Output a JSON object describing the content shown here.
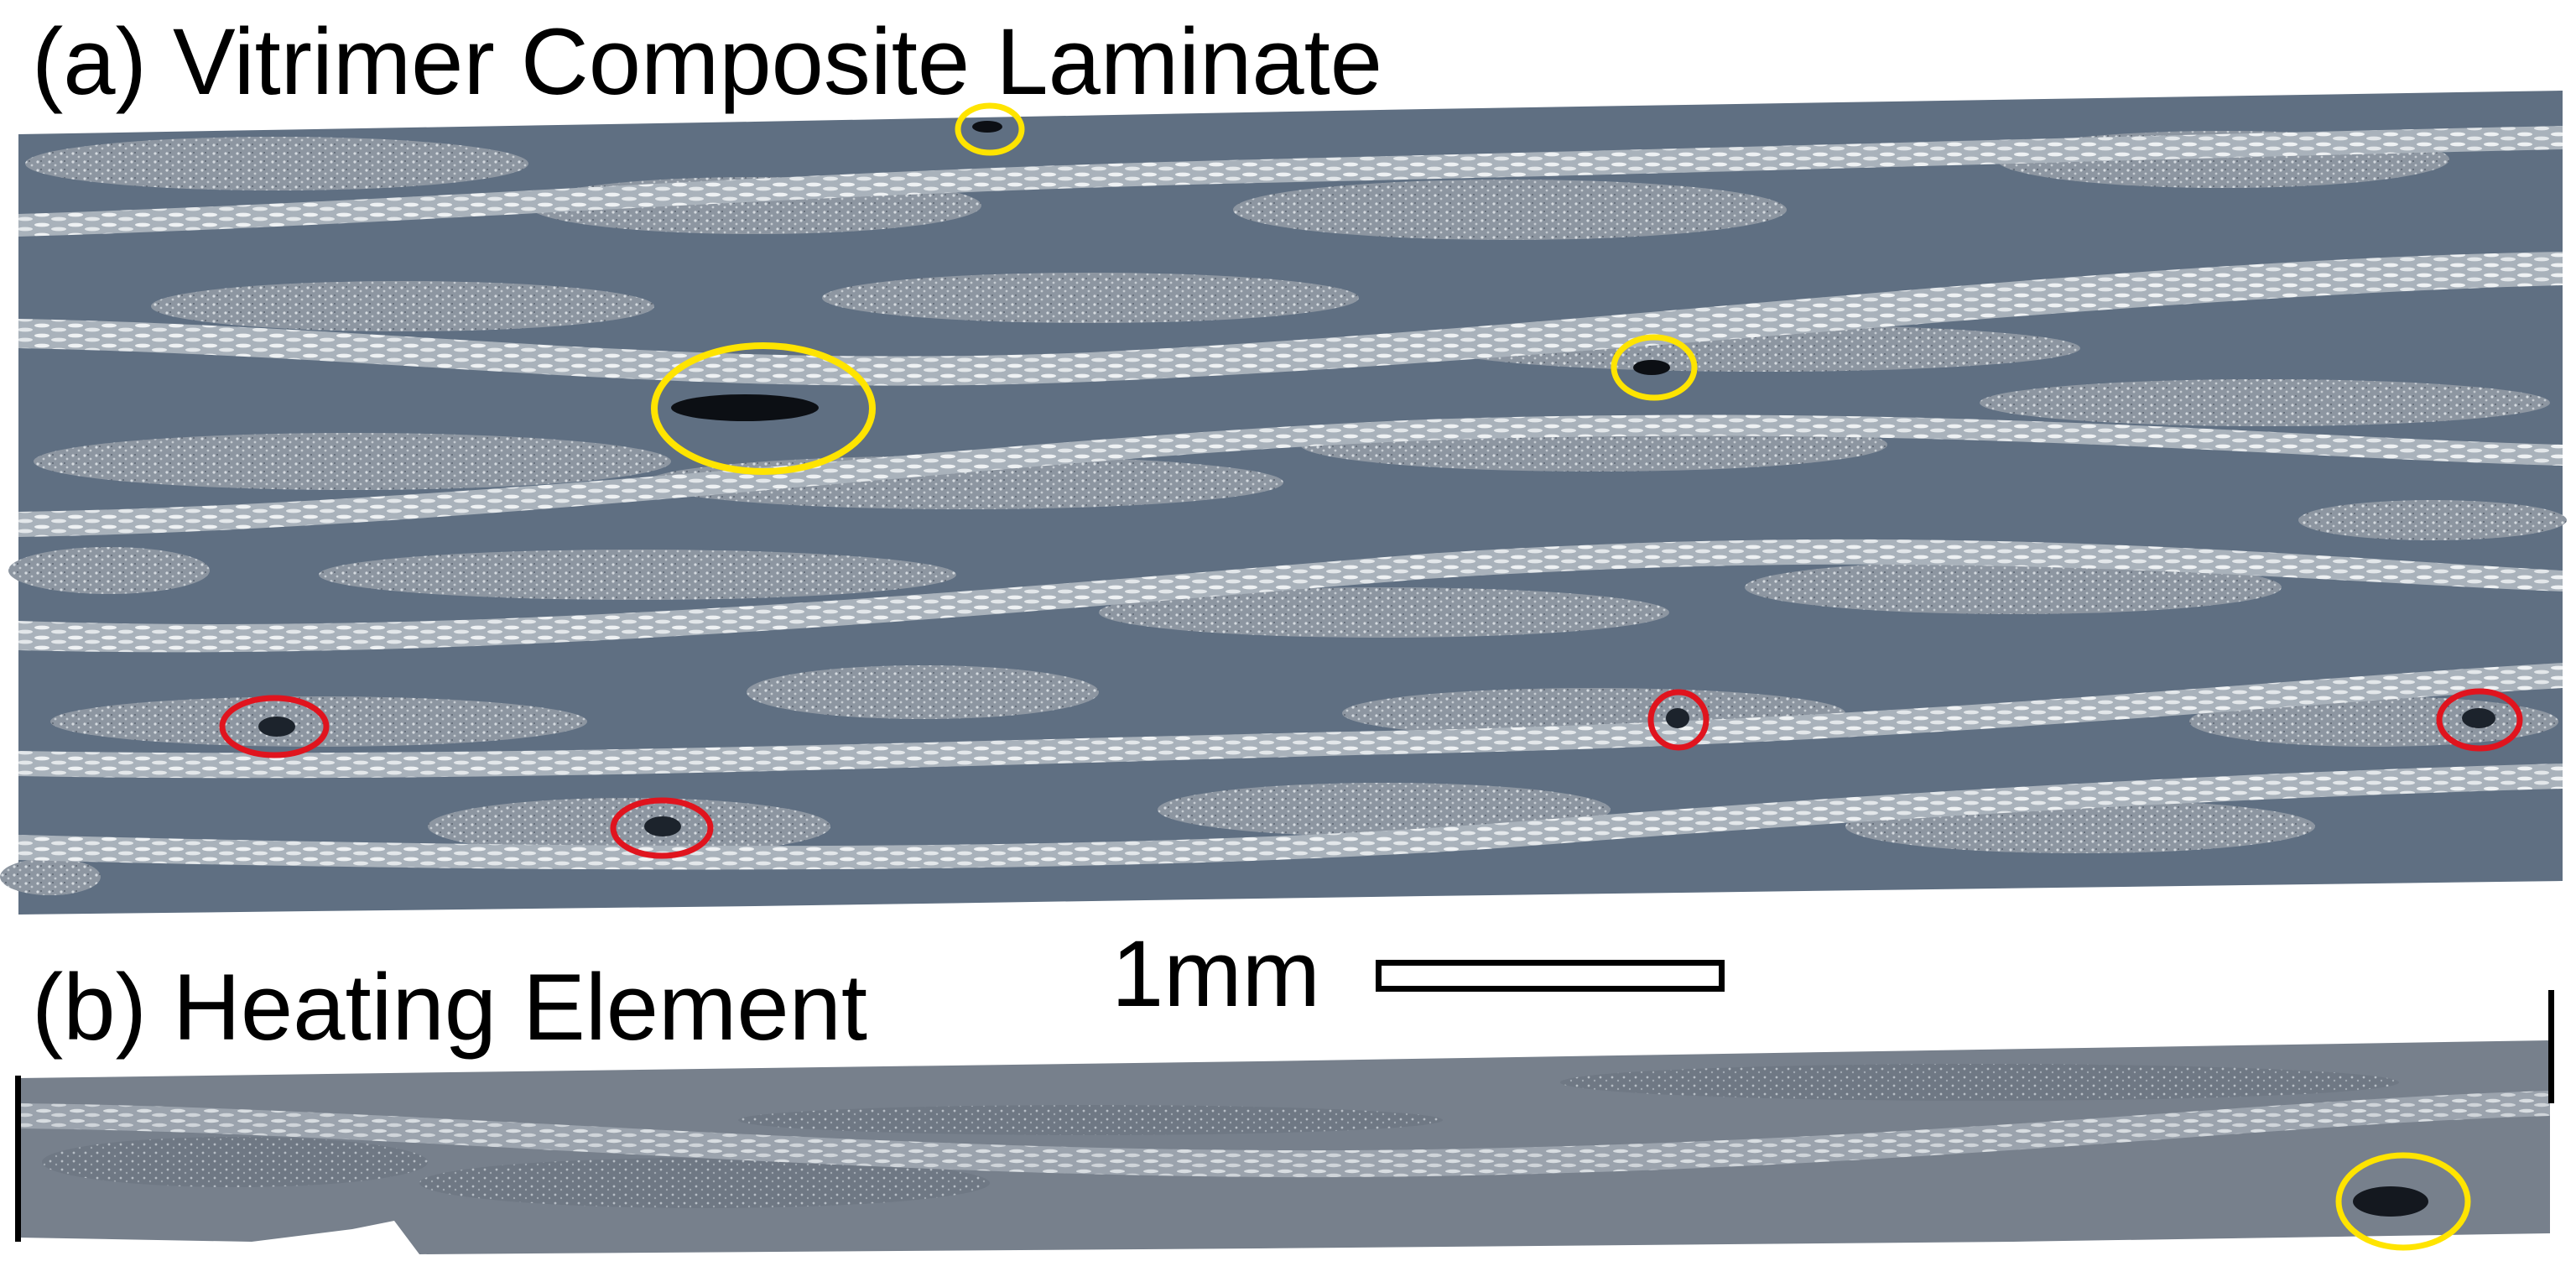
{
  "panel_a": {
    "label": "(a) Vitrimer Composite Laminate"
  },
  "panel_b": {
    "label": "(b) Heating Element"
  },
  "scale": {
    "text": "1mm"
  },
  "colors": {
    "matrix": "#5f6f82",
    "fiber_light": "#d9dde2",
    "tow_speckle": "#9aa3ad",
    "void_marker": "#ffe400",
    "defect_marker": "#e0141e",
    "panel_b_matrix": "#77808c"
  }
}
